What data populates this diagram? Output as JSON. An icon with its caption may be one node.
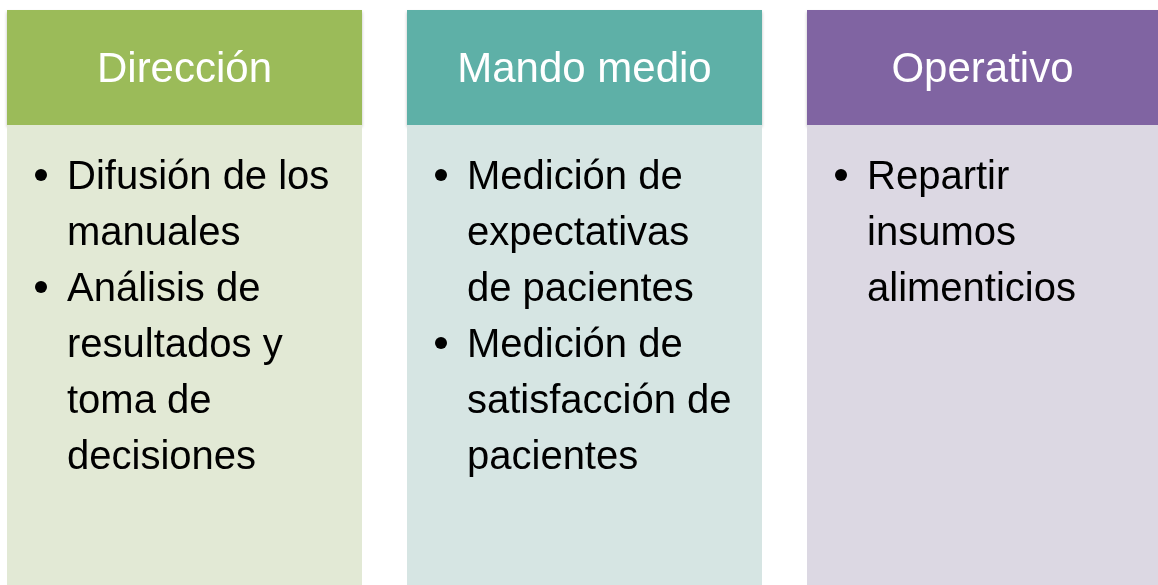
{
  "diagram": {
    "nodes": [
      {
        "text": [
          "Dirección"
        ]
      },
      {
        "text": [
          "Difusión de los manuales",
          "Análisis de resultados y toma de decisiones"
        ]
      },
      {
        "text": [
          "Mando medio"
        ]
      },
      {
        "text": [
          "Medición de expectativas de pacientes",
          "Medición de satisfacción de pacientes"
        ]
      },
      {
        "text": [
          "Operativo"
        ]
      },
      {
        "text": [
          "Repartir insumos alimenticios"
        ]
      }
    ]
  }
}
